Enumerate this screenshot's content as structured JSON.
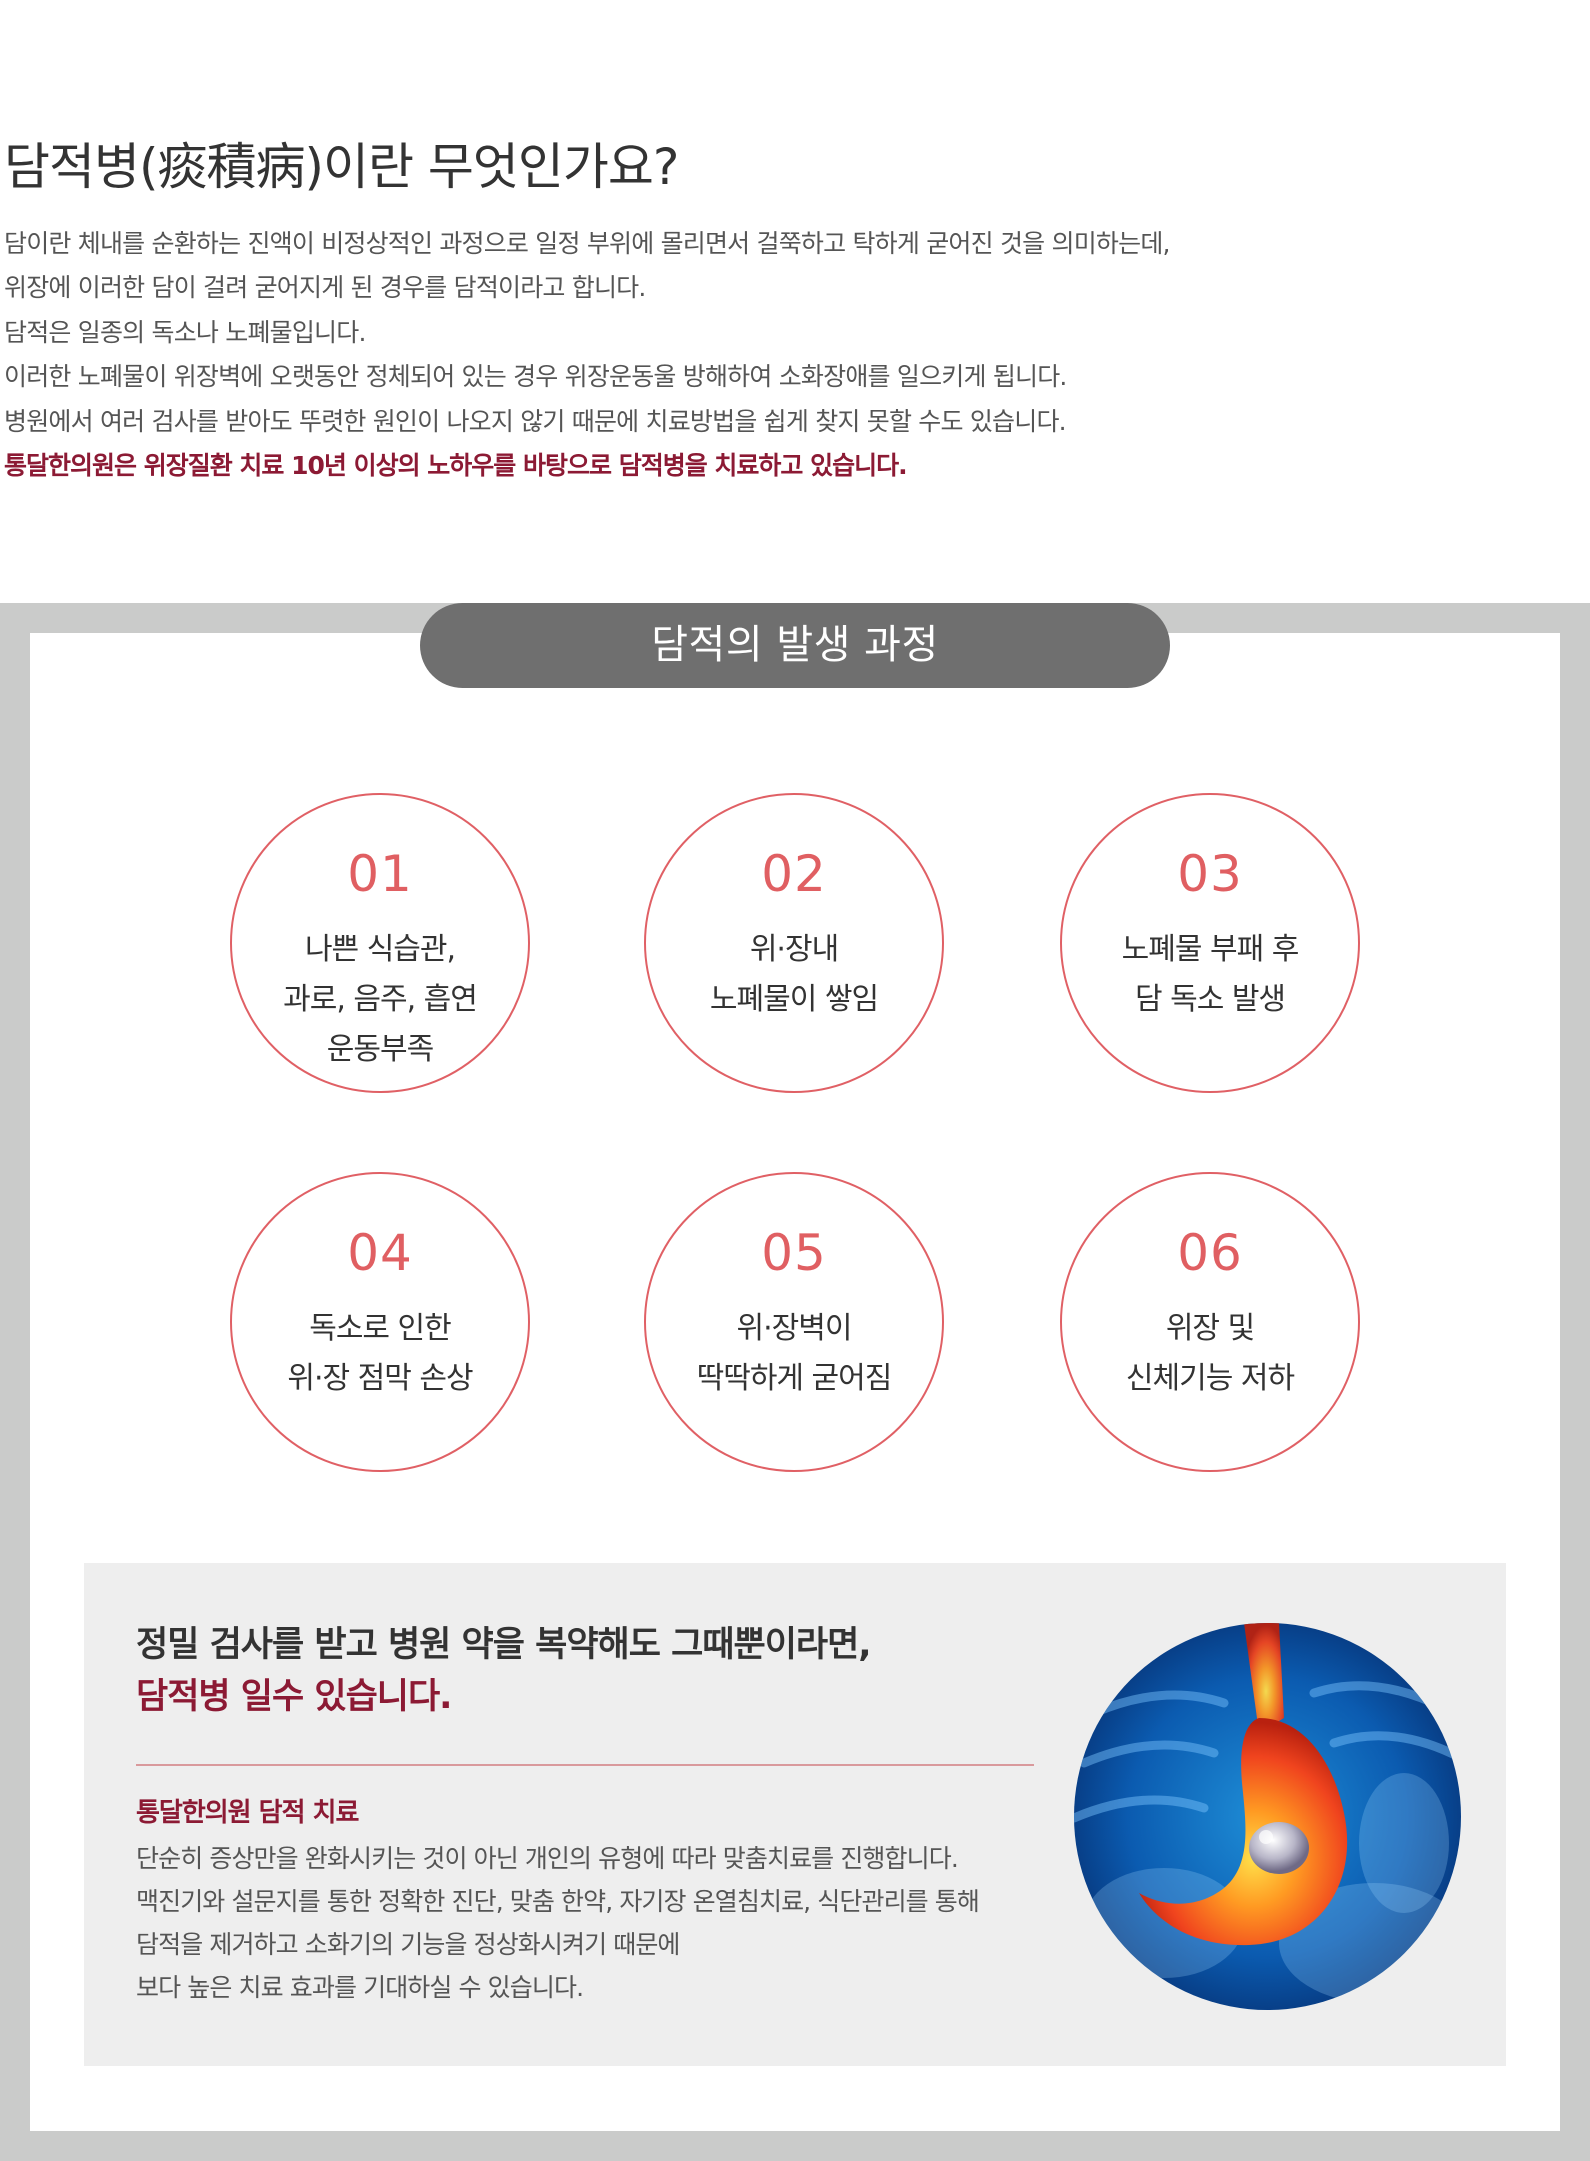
{
  "intro": {
    "title": "담적병(痰積病)이란 무엇인가요?",
    "lines": [
      "담이란 체내를 순환하는 진액이 비정상적인 과정으로 일정 부위에 몰리면서 걸쭉하고 탁하게 굳어진 것을 의미하는데,",
      "위장에 이러한 담이 걸려 굳어지게 된 경우를 담적이라고 합니다.",
      "담적은 일종의 독소나 노폐물입니다.",
      "이러한 노폐물이 위장벽에 오랫동안 정체되어 있는 경우 위장운동울 방해하여 소화장애를 일으키게 됩니다.",
      "병원에서 여러 검사를 받아도 뚜렷한 원인이 나오지 않기 때문에 치료방법을 쉽게 찾지 못할 수도 있습니다."
    ],
    "highlight": "통달한의원은 위장질환 치료 10년 이상의 노하우를 바탕으로 담적병을 치료하고 있습니다."
  },
  "process": {
    "title": "담적의 발생 과정",
    "steps": [
      {
        "num": "01",
        "lines": [
          "나쁜 식습관,",
          "과로, 음주, 흡연",
          "운동부족"
        ]
      },
      {
        "num": "02",
        "lines": [
          "위·장내",
          "노폐물이 쌓임"
        ]
      },
      {
        "num": "03",
        "lines": [
          "노폐물 부패 후",
          "담 독소 발생"
        ]
      },
      {
        "num": "04",
        "lines": [
          "독소로 인한",
          "위·장 점막 손상"
        ]
      },
      {
        "num": "05",
        "lines": [
          "위·장벽이",
          "딱딱하게 굳어짐"
        ]
      },
      {
        "num": "06",
        "lines": [
          "위장 및",
          "신체기능 저하"
        ]
      }
    ]
  },
  "treatment": {
    "headline": "정밀 검사를 받고 병원 약을 복약해도 그때뿐이라면,",
    "headline_emphasis": "담적병 일수 있습니다.",
    "subtitle": "통달한의원 담적 치료",
    "lines": [
      "단순히 증상만을 완화시키는 것이 아닌 개인의 유형에 따라 맞춤치료를 진행합니다.",
      "맥진기와 설문지를 통한 정확한 진단, 맞춤 한약, 자기장 온열침치료, 식단관리를 통해",
      "담적을 제거하고 소화기의 기능을 정상화시켜기 때문에",
      "보다 높은 치료 효과를 기대하실 수 있습니다."
    ]
  },
  "colors": {
    "accent": "#8c1a34",
    "circle_border": "#e06065",
    "step_number": "#e05f62",
    "pill_bg": "#6f6f6f",
    "frame_bg": "#cacbca",
    "treatment_bg": "#eeeeee"
  },
  "icons": [
    "stomach-illustration-icon"
  ]
}
